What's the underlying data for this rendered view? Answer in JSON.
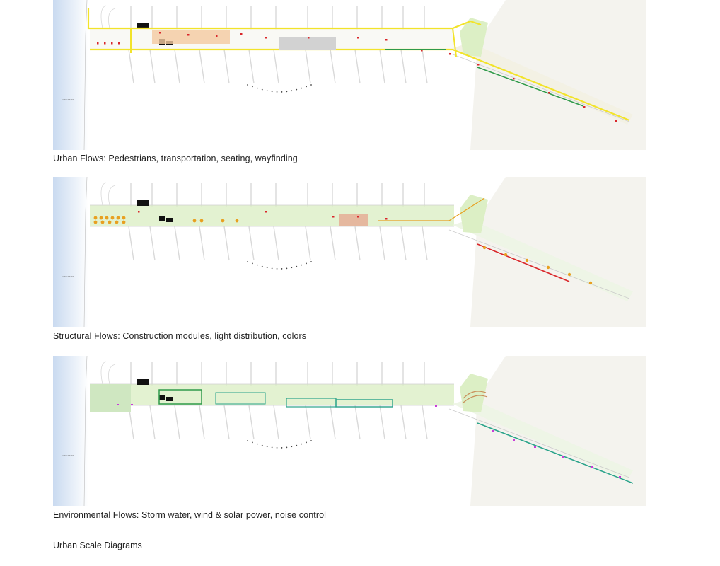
{
  "diagrams": [
    {
      "caption": "Urban Flows: Pedestrians, transportation, seating, wayfinding",
      "theme": "urban",
      "river_label": "EAST RIVER"
    },
    {
      "caption": "Structural Flows: Construction modules, light distribution, colors",
      "theme": "structural",
      "river_label": "EAST RIVER"
    },
    {
      "caption": "Environmental Flows: Storm water, wind & solar power, noise control",
      "theme": "environmental",
      "river_label": "EAST RIVER"
    }
  ],
  "footer": "Urban Scale Diagrams",
  "colors": {
    "river": "#dde8f5",
    "land": "#f4f3ee",
    "street": "#d9d9d9",
    "yellow": "#f2e32a",
    "red": "#d9262a",
    "orange": "#e8a020",
    "green": "#2f9a4a",
    "teal": "#2aa38a",
    "magenta": "#c83cd8",
    "lightgreen": "#dcefc5"
  }
}
